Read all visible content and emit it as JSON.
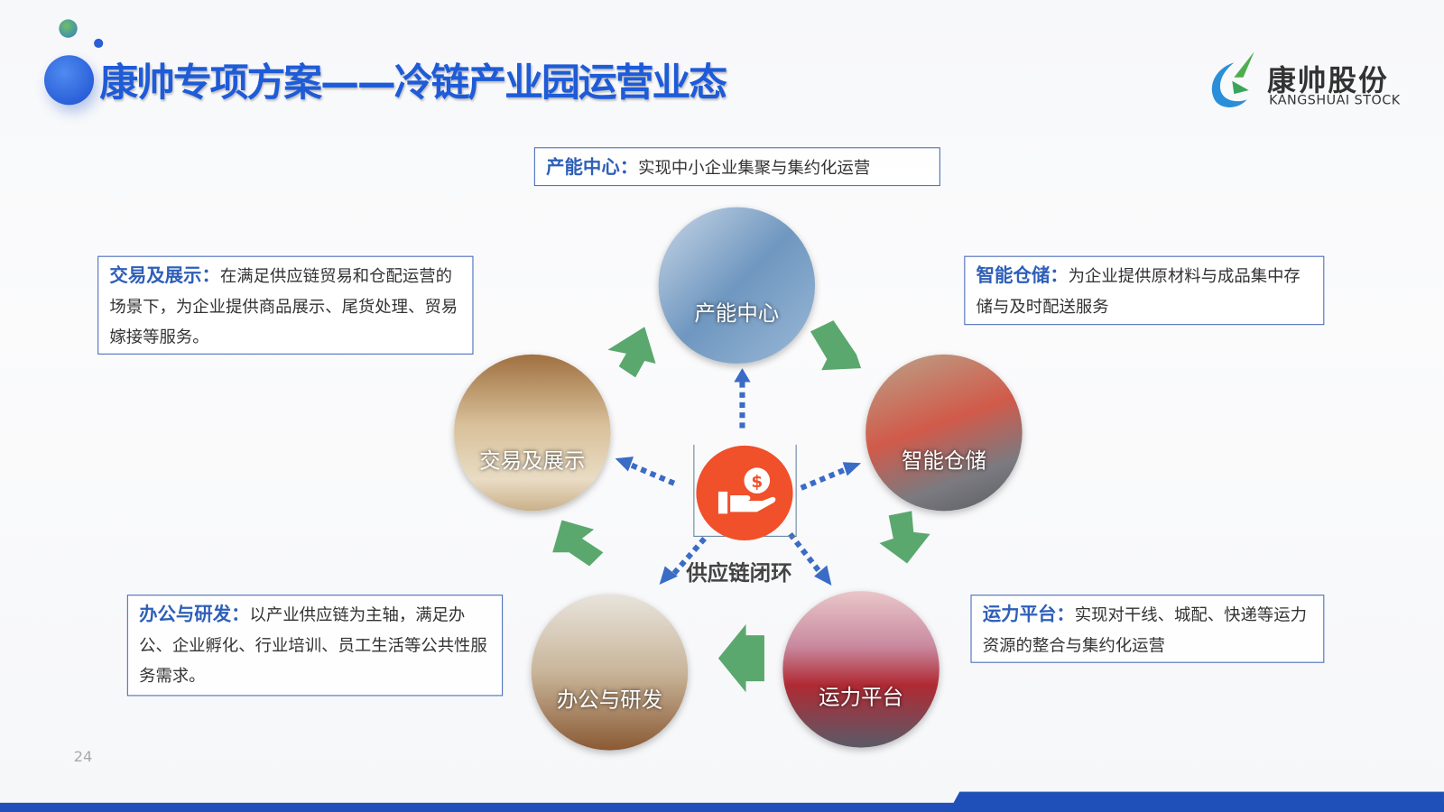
{
  "title": "康帅专项方案——冷链产业园运营业态",
  "logo": {
    "name_cn": "康帅股份",
    "name_en": "KANGSHUAI STOCK"
  },
  "center": {
    "label": "供应链闭环",
    "icon": "hand-money-icon"
  },
  "nodes": [
    {
      "label": "产能中心",
      "desc_title": "产能中心：",
      "desc": "实现中小企业集聚与集约化运营"
    },
    {
      "label": "智能仓储",
      "desc_title": "智能仓储：",
      "desc": "为企业提供原材料与成品集中存储与及时配送服务"
    },
    {
      "label": "运力平台",
      "desc_title": "运力平台：",
      "desc": "实现对干线、城配、快递等运力资源的整合与集约化运营"
    },
    {
      "label": "办公与研发",
      "desc_title": "办公与研发：",
      "desc": "以产业供应链为主轴，满足办公、企业孵化、行业培训、员工生活等公共性服务需求。"
    },
    {
      "label": "交易及展示",
      "desc_title": "交易及展示：",
      "desc": "在满足供应链贸易和仓配运营的场景下，为企业提供商品展示、尾货处理、贸易嫁接等服务。"
    }
  ],
  "page_number": "24",
  "colors": {
    "title": "#1e5bd8",
    "accent_orange": "#f0502a",
    "arrow_green": "#5aa86e",
    "dotted_blue": "#3a6cc6"
  }
}
